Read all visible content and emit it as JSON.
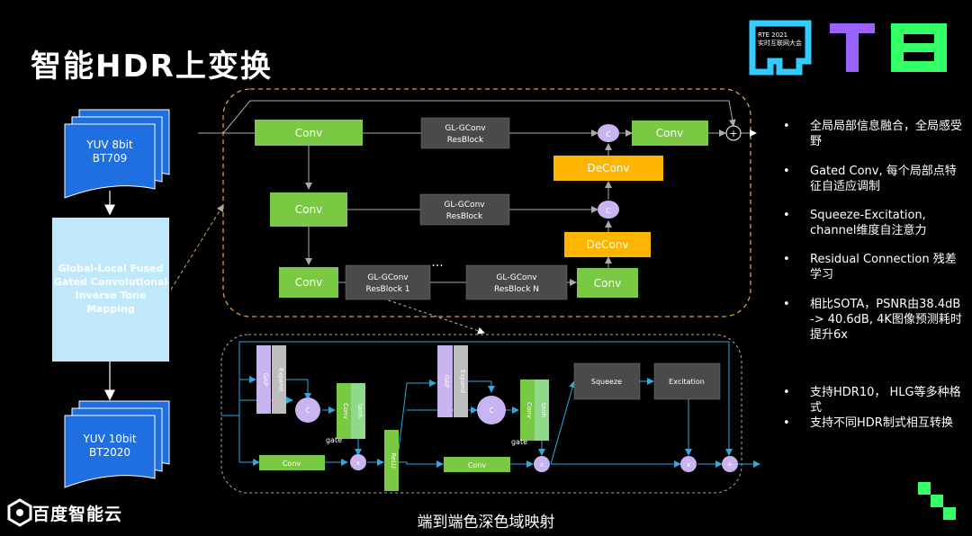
{
  "slide": {
    "title": "智能HDR上变换",
    "subtitle": "端到端色深色域映射",
    "brand_name": "百度智能云",
    "logo": {
      "text": "RTE",
      "small1": "RTE 2021",
      "small2": "实时互联网大会"
    }
  },
  "pipeline": {
    "input_label_1": "YUV 8bit",
    "input_label_2": "BT709",
    "center_label": [
      "Global-Local Fused",
      "Gated Convolutional",
      "Inverse Tone",
      "Mapping"
    ],
    "output_label_1": "YUV 10bit",
    "output_label_2": "BT2020"
  },
  "unet": {
    "conv": "Conv",
    "deconv": "DeConv",
    "glgconv": "GL-GConv",
    "resblock": "ResBlock",
    "resblock_1": "ResBlock 1",
    "resblock_n": "ResBlock N",
    "c": "C",
    "plus": "+",
    "ellipsis": "..."
  },
  "block": {
    "gap": "GAP",
    "expand": "Expand",
    "conv": "Conv",
    "tanh": "tanh",
    "gate": "gate",
    "relu": "ReLU",
    "squeeze": "Squeeze",
    "excitation": "Excitation",
    "c": "C",
    "x": "x"
  },
  "bullets": [
    "全局局部信息融合，全局感受野",
    "Gated Conv, 每个局部点特征自适应调制",
    "Squeeze-Excitation, channel维度自注意力",
    "Residual Connection 残差学习",
    "相比SOTA，PSNR由38.4dB -> 40.6dB, 4K图像预测耗时提升6x",
    "支持HDR10， HLG等多种格式",
    "支持不同HDR制式相互转换"
  ],
  "bullet_symbol": "•",
  "colors": {
    "green": "#7ac943",
    "orange": "#ffb400",
    "gray_box": "#4a4a4a",
    "lightblue": "#bfe9fa",
    "blue_doc": "#1f6fe0",
    "purple": "#c8b4f0",
    "cyan": "#29abe2",
    "dashed_orange": "#d8a14a",
    "logo_cyan": "#33ccff",
    "logo_purple": "#9a63ff",
    "logo_green": "#33ff66"
  }
}
